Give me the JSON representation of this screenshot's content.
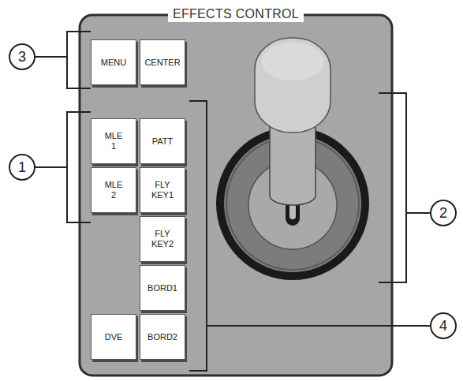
{
  "diagram": {
    "nodes": [
      {
        "text": [
          "EFFECTS CONTROL"
        ]
      },
      {
        "text": [
          "MENU"
        ],
        "in": 0
      },
      {
        "text": [
          "CENTER"
        ],
        "in": 0
      },
      {
        "text": [
          "MLE 1"
        ],
        "in": 0
      },
      {
        "text": [
          "PATT"
        ],
        "in": 0
      },
      {
        "text": [
          "MLE 2"
        ],
        "in": 0
      },
      {
        "text": [
          "FLY KEY1"
        ],
        "in": 0
      },
      {
        "text": [
          "FLY KEY2"
        ],
        "in": 0
      },
      {
        "text": [
          "BORD1"
        ],
        "in": 0
      },
      {
        "text": [
          "DVE"
        ],
        "in": 0
      },
      {
        "text": [
          "BORD2"
        ],
        "in": 0
      }
    ],
    "labels": [
      "3",
      "1",
      "2",
      "4"
    ]
  }
}
